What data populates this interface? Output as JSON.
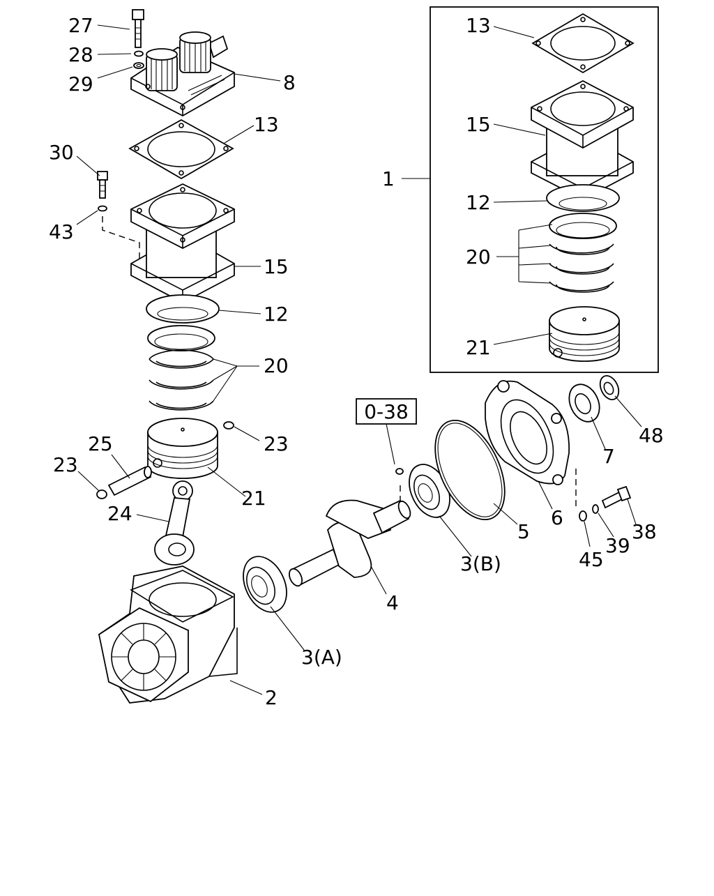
{
  "diagram": {
    "reference_box_label": "0-38",
    "callouts": {
      "c27": "27",
      "c28": "28",
      "c29": "29",
      "c8": "8",
      "c13": "13",
      "c30": "30",
      "c43": "43",
      "c15": "15",
      "c12": "12",
      "c20": "20",
      "c23a": "23",
      "c25": "25",
      "c23b": "23",
      "c21": "21",
      "c24": "24",
      "c2": "2",
      "c3a": "3(A)",
      "c4": "4",
      "c3b": "3(B)",
      "c5": "5",
      "c6": "6",
      "c7": "7",
      "c48": "48",
      "c38": "38",
      "c39": "39",
      "c45": "45",
      "k1": "1",
      "k13": "13",
      "k15": "15",
      "k12": "12",
      "k20": "20",
      "k21": "21"
    }
  }
}
